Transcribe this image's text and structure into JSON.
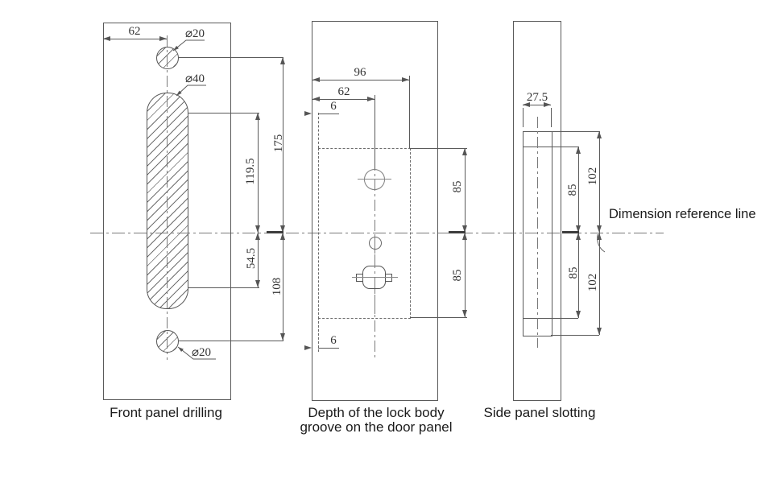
{
  "drawings": {
    "front": {
      "caption": "Front panel drilling",
      "dims": {
        "edge_offset": "62",
        "top_hole_dia": "⌀20",
        "slot_dia": "⌀40",
        "top_hole_to_center": "175",
        "slot_top_to_center": "119.5",
        "center_to_slot_bottom": "54.5",
        "center_to_bottom_hole": "108",
        "bottom_hole_dia": "⌀20"
      }
    },
    "door": {
      "caption_line1": "Depth of the lock body",
      "caption_line2": "groove on the door panel",
      "dims": {
        "groove_width": "96",
        "hole_center_offset": "62",
        "groove_inset_top": "6",
        "upper_half": "85",
        "lower_half": "85",
        "groove_inset_bottom": "6"
      }
    },
    "side": {
      "caption": "Side panel slotting",
      "dims": {
        "slot_width": "27.5",
        "upper_inner": "85",
        "upper_outer": "102",
        "lower_inner": "85",
        "lower_outer": "102"
      }
    }
  },
  "annotations": {
    "reference_line_label": "Dimension reference line"
  },
  "colors": {
    "line": "#5a5a5a",
    "centerline": "#7a7a7a",
    "dim_text": "#333333",
    "caption_text": "#1a1a1a"
  }
}
